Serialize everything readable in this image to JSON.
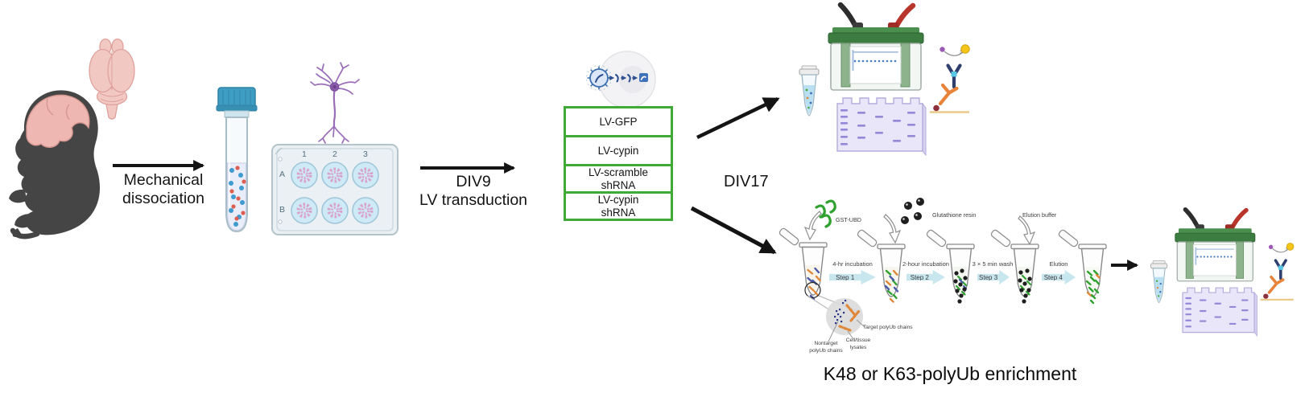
{
  "figure": {
    "labels": {
      "mechanical_dissociation": "Mechanical\ndissociation",
      "div9_lv_transduction": "DIV9\nLV transduction",
      "div17": "DIV17",
      "k48_caption": "K48 or K63-polyUb enrichment"
    },
    "plate": {
      "columns": [
        "1",
        "2",
        "3"
      ],
      "rows": [
        "A",
        "B"
      ]
    },
    "lv_constructs": [
      "LV-GFP",
      "LV-cypin",
      "LV-scramble\nshRNA",
      "LV-cypin\nshRNA"
    ],
    "enrichment": {
      "reagents": {
        "gst_ubd": "GST-UBD",
        "glutathione_resin": "Glutathione resin",
        "elution_buffer": "Elution buffer"
      },
      "steps": [
        {
          "label": "Step 1",
          "desc": "4-hr incubation"
        },
        {
          "label": "Step 2",
          "desc": "2-hour incubation"
        },
        {
          "label": "Step 3",
          "desc": "3 × 5 min wash"
        },
        {
          "label": "Step 4",
          "desc": "Elution"
        }
      ],
      "inset": {
        "nontarget": "Nontarget\npolyUb chains",
        "lysates": "Cell/tissue\nlysates",
        "target": "Target polyUb chains"
      }
    },
    "icons": {
      "embryo": "mouse-embryo-icon",
      "brain": "mouse-brain-icon",
      "tube": "dissociation-tube-icon",
      "neuron": "neuron-icon",
      "plate": "six-well-plate-icon",
      "lentivirus": "lentivirus-transduction-icon",
      "microtube": "microcentrifuge-tube-icon",
      "gel_tank": "electrophoresis-tank-icon",
      "gel": "western-blot-gel-icon",
      "antibody": "antibody-detection-icon",
      "pour_arrow": "pour-arrow-icon",
      "magnifier": "lysate-inset-magnifier"
    },
    "colors": {
      "construct_border": "#3faa35",
      "step_arrow_fill": "#c7e6ee",
      "arrow_black": "#141414",
      "gst_green": "#2ea12e",
      "target_orange": "#e0883a",
      "nontarget_blue": "#2c3a8c"
    }
  }
}
